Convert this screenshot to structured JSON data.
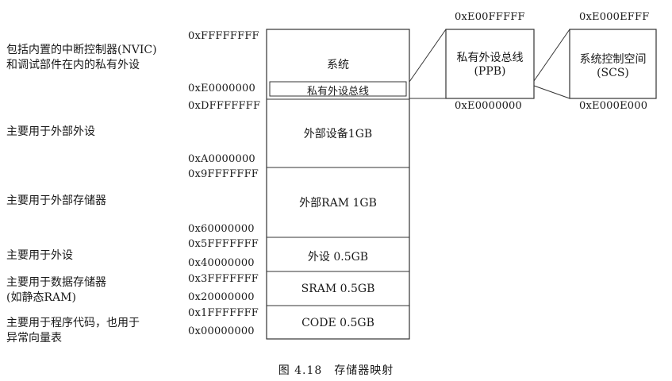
{
  "descriptions": {
    "system": [
      "包括内置的中断控制器(NVIC)",
      "和调试部件在内的私有外设"
    ],
    "ext_dev": [
      "主要用于外部外设"
    ],
    "ext_ram": [
      "主要用于外部存储器"
    ],
    "periph": [
      "主要用于外设"
    ],
    "sram": [
      "主要用于数据存储器",
      "(如静态RAM)"
    ],
    "code": [
      "主要用于程序代码，也用于",
      "异常向量表"
    ]
  },
  "addresses": {
    "a_FFFFFFFF": "0xFFFFFFFF",
    "a_E0000000": "0xE0000000",
    "a_DFFFFFFF": "0xDFFFFFFF",
    "a_A0000000": "0xA0000000",
    "a_9FFFFFFF": "0x9FFFFFFF",
    "a_60000000": "0x60000000",
    "a_5FFFFFFF": "0x5FFFFFFF",
    "a_40000000": "0x40000000",
    "a_3FFFFFFF": "0x3FFFFFFF",
    "a_20000000": "0x20000000",
    "a_1FFFFFFF": "0x1FFFFFFF",
    "a_00000000": "0x00000000"
  },
  "regions": {
    "system": "系统",
    "private_bus": "私有外设总线",
    "ext_dev": "外部设备1GB",
    "ext_ram": "外部RAM 1GB",
    "periph": "外设 0.5GB",
    "sram": "SRAM 0.5GB",
    "code": "CODE 0.5GB"
  },
  "ppb": {
    "top_addr": "0xE00FFFFF",
    "bottom_addr": "0xE0000000",
    "name": "私有外设总线",
    "abbr": "(PPB)"
  },
  "scs": {
    "top_addr": "0xE000EFFF",
    "bottom_addr": "0xE000E000",
    "name": "系统控制空间",
    "abbr": "(SCS)"
  },
  "caption": "图 4.18　存储器映射"
}
